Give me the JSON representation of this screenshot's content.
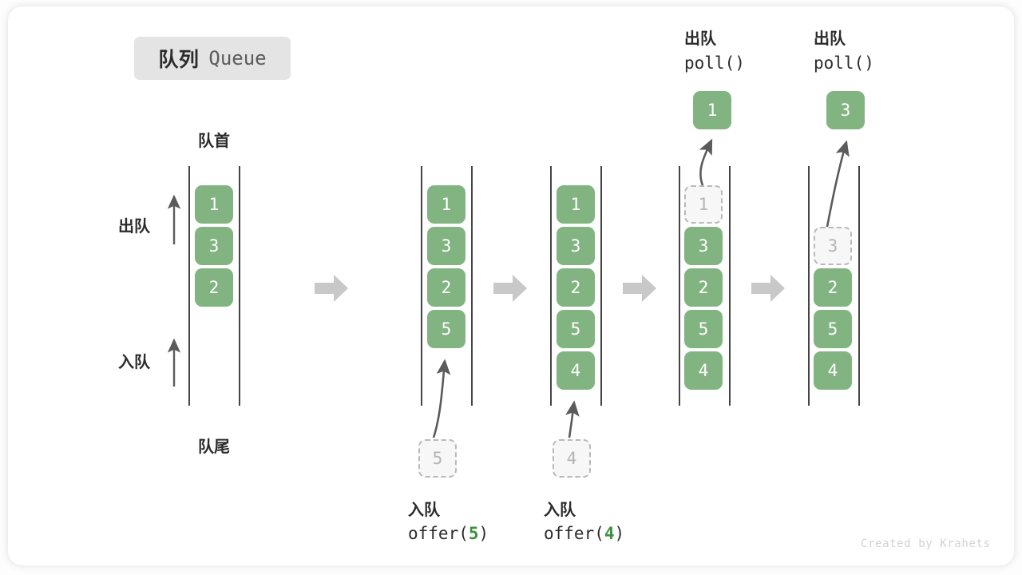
{
  "diagram": {
    "title_cn": "队列",
    "title_en": "Queue",
    "watermark": "Created by Krahets",
    "colors": {
      "cell_fill": "#82b482",
      "cell_text": "#ffffff",
      "ghost_fill": "#f7f7f7",
      "ghost_border": "#b9b9b9",
      "ghost_text": "#b4b4b4",
      "rail": "#444444",
      "step_arrow": "#c8c8c8",
      "curve_arrow": "#5b5b5b",
      "badge_bg": "#e4e4e4",
      "accent_green": "#3f8f3f",
      "watermark": "#d2d2d2"
    },
    "labels": {
      "head": "队首",
      "tail": "队尾",
      "dequeue": "出队",
      "enqueue": "入队"
    },
    "columns": [
      {
        "id": "initial",
        "cells": [
          {
            "value": "1",
            "state": "filled"
          },
          {
            "value": "3",
            "state": "filled"
          },
          {
            "value": "2",
            "state": "filled"
          }
        ],
        "side_labels": {
          "top": "队首",
          "bottom": "队尾",
          "dequeue": "出队",
          "enqueue": "入队"
        }
      },
      {
        "id": "offer-5",
        "cells": [
          {
            "value": "1",
            "state": "filled"
          },
          {
            "value": "3",
            "state": "filled"
          },
          {
            "value": "2",
            "state": "filled"
          },
          {
            "value": "5",
            "state": "filled"
          }
        ],
        "incoming": {
          "value": "5",
          "state": "ghost"
        },
        "caption_cn": "入队",
        "caption_code_prefix": "offer(",
        "caption_code_arg": "5",
        "caption_code_suffix": ")"
      },
      {
        "id": "offer-4",
        "cells": [
          {
            "value": "1",
            "state": "filled"
          },
          {
            "value": "3",
            "state": "filled"
          },
          {
            "value": "2",
            "state": "filled"
          },
          {
            "value": "5",
            "state": "filled"
          },
          {
            "value": "4",
            "state": "filled"
          }
        ],
        "incoming": {
          "value": "4",
          "state": "ghost"
        },
        "caption_cn": "入队",
        "caption_code_prefix": "offer(",
        "caption_code_arg": "4",
        "caption_code_suffix": ")"
      },
      {
        "id": "poll-1",
        "cells": [
          {
            "value": "1",
            "state": "ghost"
          },
          {
            "value": "3",
            "state": "filled"
          },
          {
            "value": "2",
            "state": "filled"
          },
          {
            "value": "5",
            "state": "filled"
          },
          {
            "value": "4",
            "state": "filled"
          }
        ],
        "outgoing": {
          "value": "1",
          "state": "filled"
        },
        "header_cn": "出队",
        "header_code": "poll()"
      },
      {
        "id": "poll-3",
        "cells": [
          {
            "value": "3",
            "state": "ghost"
          },
          {
            "value": "2",
            "state": "filled"
          },
          {
            "value": "5",
            "state": "filled"
          },
          {
            "value": "4",
            "state": "filled"
          }
        ],
        "outgoing": {
          "value": "3",
          "state": "filled"
        },
        "header_cn": "出队",
        "header_code": "poll()"
      }
    ]
  }
}
